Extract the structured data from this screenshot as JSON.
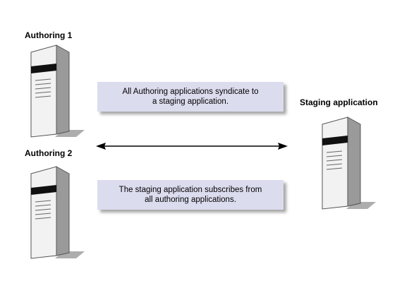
{
  "diagram": {
    "nodes": {
      "authoring1": {
        "label": "Authoring 1",
        "icon": "server-icon"
      },
      "authoring2": {
        "label": "Authoring 2",
        "icon": "server-icon"
      },
      "staging": {
        "label": "Staging application",
        "icon": "server-icon"
      }
    },
    "notes": {
      "syndicate": {
        "line1": "All Authoring applications syndicate to",
        "line2": "a staging application."
      },
      "subscribe": {
        "line1": "The staging application subscribes from",
        "line2": "all authoring applications."
      }
    },
    "colors": {
      "note_background": "#dcdcef",
      "server_body": "#e8e8e8",
      "server_band": "#111111"
    }
  }
}
